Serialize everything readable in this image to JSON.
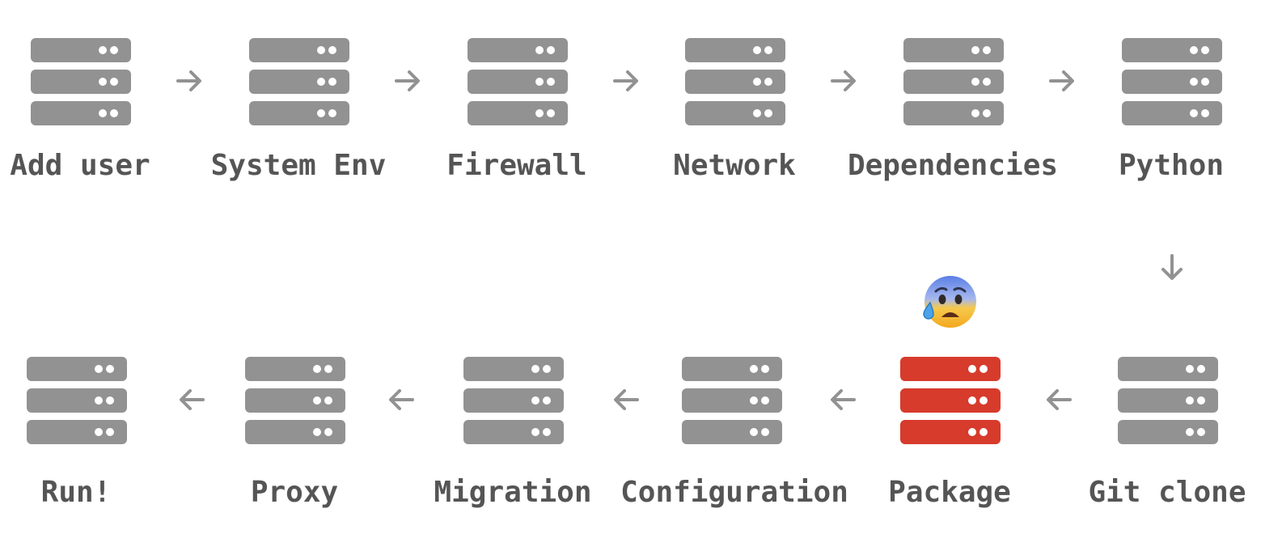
{
  "colors": {
    "server": "#929292",
    "failed_server": "#d63b2c",
    "label": "#555555",
    "arrow": "#929292"
  },
  "steps": [
    {
      "label": "Add user",
      "status": "ok"
    },
    {
      "label": "System Env",
      "status": "ok"
    },
    {
      "label": "Firewall",
      "status": "ok"
    },
    {
      "label": "Network",
      "status": "ok"
    },
    {
      "label": "Dependencies",
      "status": "ok"
    },
    {
      "label": "Python",
      "status": "ok"
    },
    {
      "label": "Git clone",
      "status": "ok"
    },
    {
      "label": "Package",
      "status": "failed"
    },
    {
      "label": "Configuration",
      "status": "ok"
    },
    {
      "label": "Migration",
      "status": "ok"
    },
    {
      "label": "Proxy",
      "status": "ok"
    },
    {
      "label": "Run!",
      "status": "ok"
    }
  ],
  "failure_marker": {
    "icon": "anxious-face-with-sweat-emoji",
    "step": "Package"
  }
}
